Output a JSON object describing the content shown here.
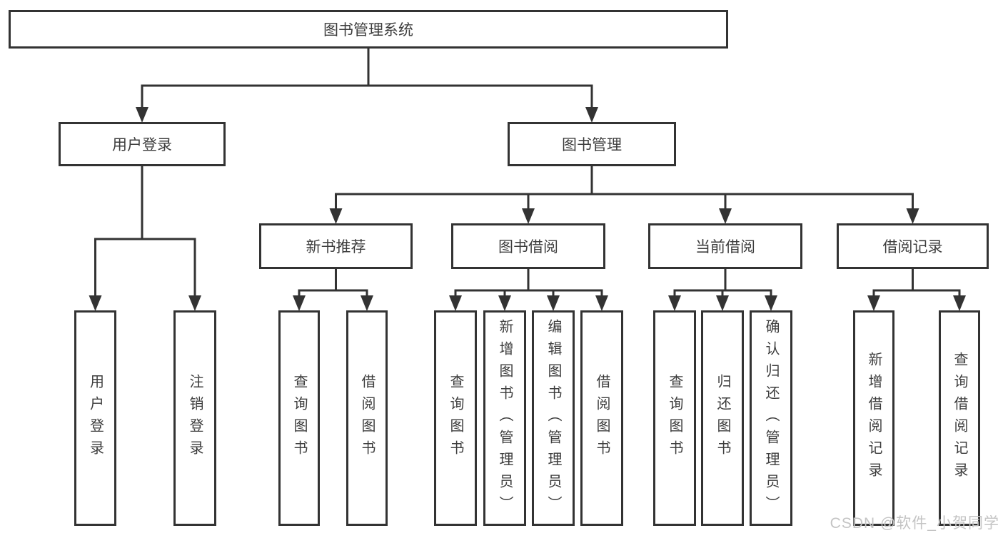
{
  "diagram": {
    "title": "图书管理系统",
    "nodes": [
      {
        "id": "root",
        "label": "图书管理系统",
        "parent": null
      },
      {
        "id": "user-login",
        "label": "用户登录",
        "parent": "root"
      },
      {
        "id": "book-mgmt",
        "label": "图书管理",
        "parent": "root"
      },
      {
        "id": "new-book-rec",
        "label": "新书推荐",
        "parent": "book-mgmt"
      },
      {
        "id": "book-borrow",
        "label": "图书借阅",
        "parent": "book-mgmt"
      },
      {
        "id": "current-borrow",
        "label": "当前借阅",
        "parent": "book-mgmt"
      },
      {
        "id": "borrow-record",
        "label": "借阅记录",
        "parent": "book-mgmt"
      },
      {
        "id": "user-login-leaf",
        "label": "用户登录",
        "parent": "user-login"
      },
      {
        "id": "logout-leaf",
        "label": "注销登录",
        "parent": "user-login"
      },
      {
        "id": "nbr-query",
        "label": "查询图书",
        "parent": "new-book-rec"
      },
      {
        "id": "nbr-borrow",
        "label": "借阅图书",
        "parent": "new-book-rec"
      },
      {
        "id": "bb-query",
        "label": "查询图书",
        "parent": "book-borrow"
      },
      {
        "id": "bb-add",
        "label": "新增图书（管理员）",
        "parent": "book-borrow"
      },
      {
        "id": "bb-edit",
        "label": "编辑图书（管理员）",
        "parent": "book-borrow"
      },
      {
        "id": "bb-borrow",
        "label": "借阅图书",
        "parent": "book-borrow"
      },
      {
        "id": "cb-query",
        "label": "查询图书",
        "parent": "current-borrow"
      },
      {
        "id": "cb-return",
        "label": "归还图书",
        "parent": "current-borrow"
      },
      {
        "id": "cb-confirm",
        "label": "确认归还（管理员）",
        "parent": "current-borrow"
      },
      {
        "id": "br-add",
        "label": "新增借阅记录",
        "parent": "borrow-record"
      },
      {
        "id": "br-query",
        "label": "查询借阅记录",
        "parent": "borrow-record"
      }
    ]
  },
  "watermark": {
    "text": "CSDN @软件_小贺同学"
  },
  "colors": {
    "line": "#333333",
    "box_border": "#333333",
    "text": "#3d3d3d",
    "watermark": "#c4c4c4",
    "background": "#ffffff"
  }
}
